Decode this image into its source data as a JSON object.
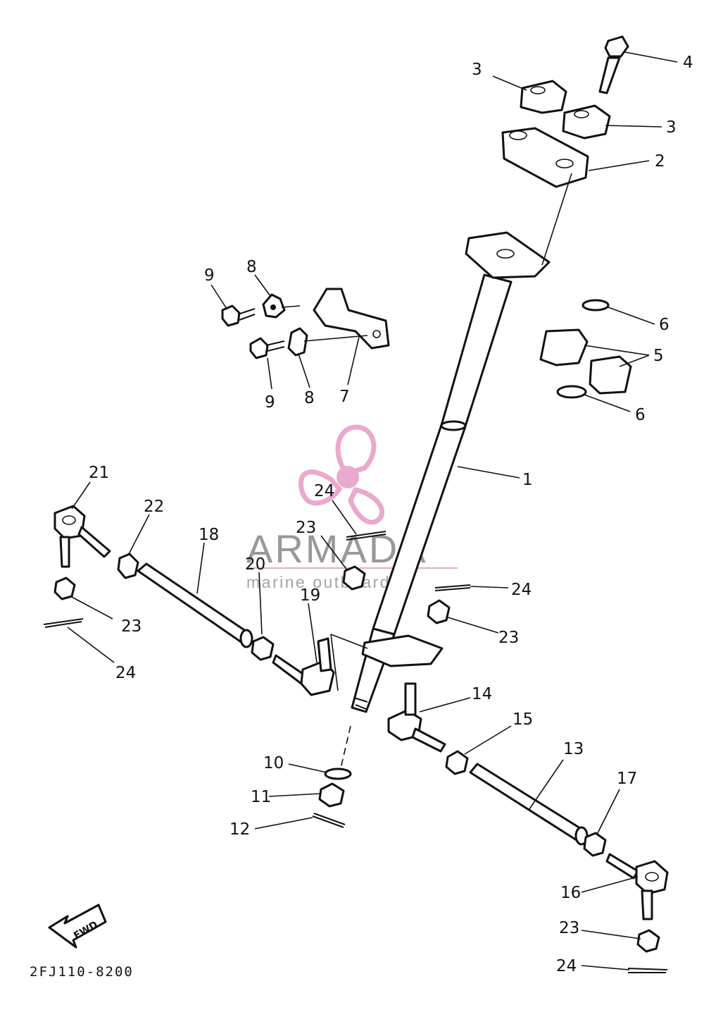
{
  "diagram": {
    "drawing_code": "2FJ110-8200",
    "direction_marker": "FWD",
    "callouts": [
      {
        "id": "c1",
        "label": "1"
      },
      {
        "id": "c2",
        "label": "2"
      },
      {
        "id": "c3a",
        "label": "3"
      },
      {
        "id": "c3b",
        "label": "3"
      },
      {
        "id": "c4",
        "label": "4"
      },
      {
        "id": "c5",
        "label": "5"
      },
      {
        "id": "c6a",
        "label": "6"
      },
      {
        "id": "c6b",
        "label": "6"
      },
      {
        "id": "c7",
        "label": "7"
      },
      {
        "id": "c8a",
        "label": "8"
      },
      {
        "id": "c8b",
        "label": "8"
      },
      {
        "id": "c9a",
        "label": "9"
      },
      {
        "id": "c9b",
        "label": "9"
      },
      {
        "id": "c10",
        "label": "10"
      },
      {
        "id": "c11",
        "label": "11"
      },
      {
        "id": "c12",
        "label": "12"
      },
      {
        "id": "c13",
        "label": "13"
      },
      {
        "id": "c14",
        "label": "14"
      },
      {
        "id": "c15",
        "label": "15"
      },
      {
        "id": "c16",
        "label": "16"
      },
      {
        "id": "c17",
        "label": "17"
      },
      {
        "id": "c18",
        "label": "18"
      },
      {
        "id": "c19",
        "label": "19"
      },
      {
        "id": "c20",
        "label": "20"
      },
      {
        "id": "c21",
        "label": "21"
      },
      {
        "id": "c22",
        "label": "22"
      },
      {
        "id": "c23a",
        "label": "23"
      },
      {
        "id": "c23b",
        "label": "23"
      },
      {
        "id": "c23c",
        "label": "23"
      },
      {
        "id": "c23d",
        "label": "23"
      },
      {
        "id": "c24a",
        "label": "24"
      },
      {
        "id": "c24b",
        "label": "24"
      },
      {
        "id": "c24c",
        "label": "24"
      },
      {
        "id": "c24d",
        "label": "24"
      }
    ]
  },
  "watermark": {
    "brand": "ARMADA",
    "tagline": "marine outboards",
    "logo_icon": "propeller-icon",
    "color": "#e8a0c8"
  }
}
